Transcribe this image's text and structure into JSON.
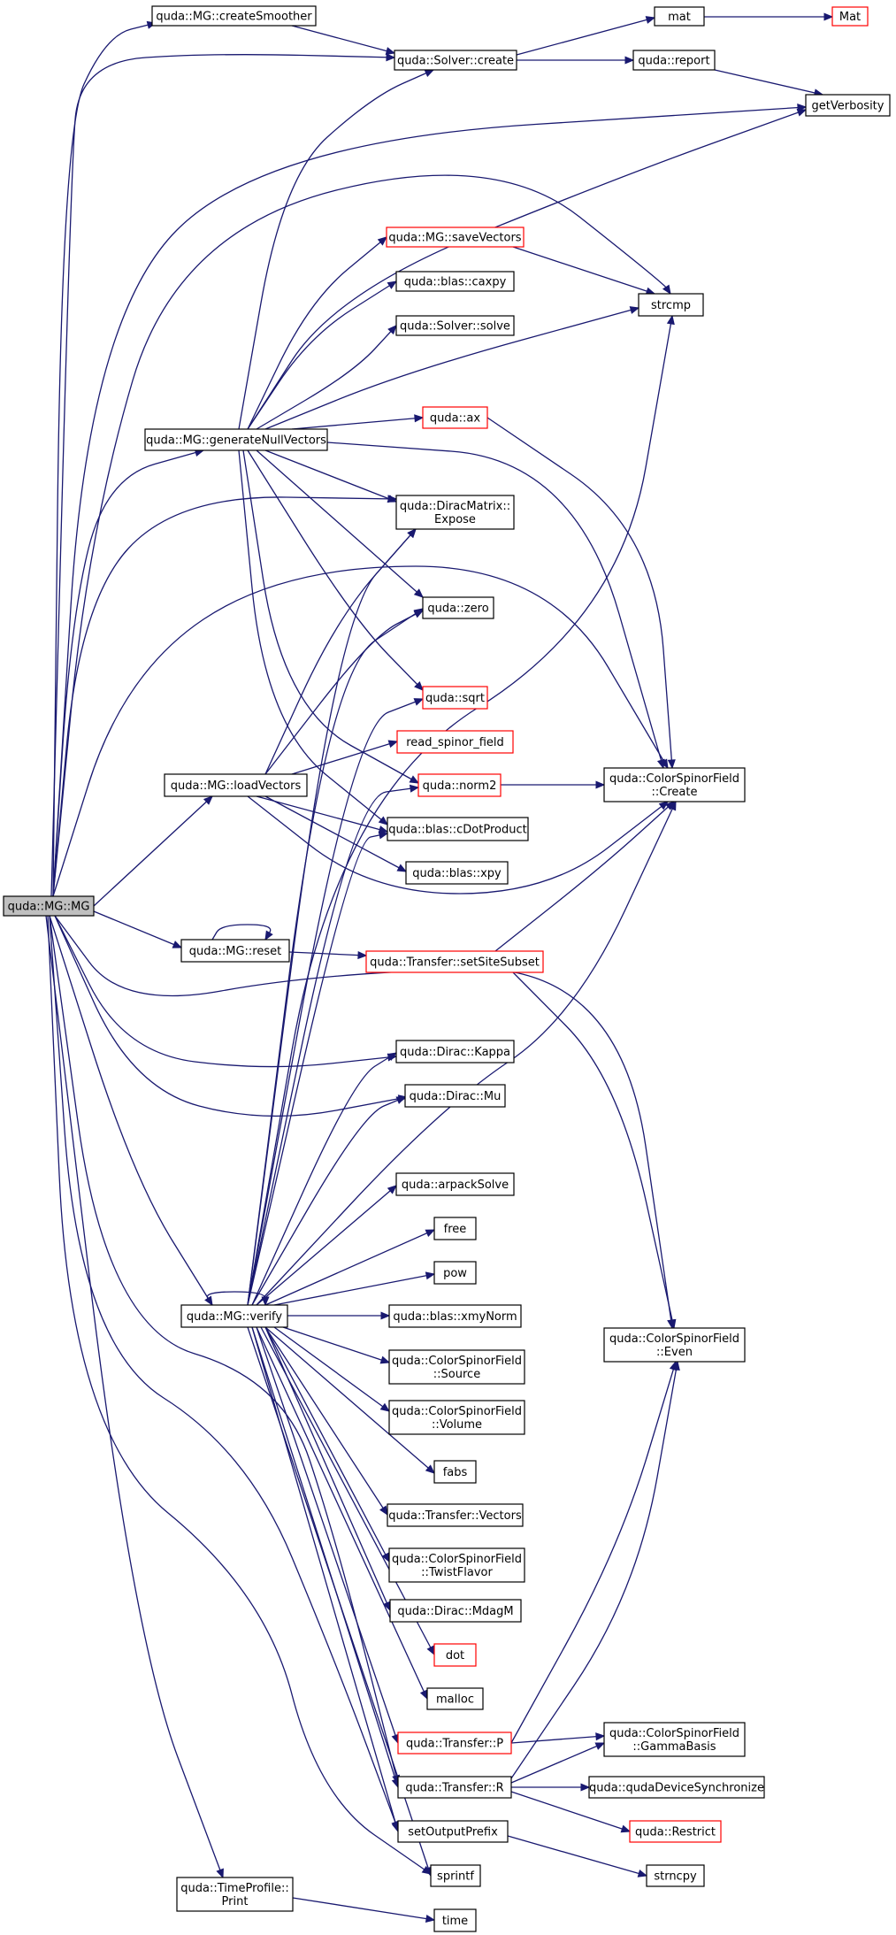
{
  "colors": {
    "edge": "#191970",
    "node_border": "#000000",
    "truncated_border": "#ff0000",
    "root_fill": "#bfbfbf"
  },
  "root": {
    "label": "quda::MG::MG"
  },
  "nodes": {
    "createSmoother": [
      "quda::MG::createSmoother"
    ],
    "solverCreate": [
      "quda::Solver::create"
    ],
    "mat": [
      "mat"
    ],
    "Mat": [
      "Mat"
    ],
    "report": [
      "quda::report"
    ],
    "getVerbosity": [
      "getVerbosity"
    ],
    "saveVectors": [
      "quda::MG::saveVectors"
    ],
    "strcmp": [
      "strcmp"
    ],
    "caxpy": [
      "quda::blas::caxpy"
    ],
    "solverSolve": [
      "quda::Solver::solve"
    ],
    "ax": [
      "quda::ax"
    ],
    "genNull": [
      "quda::MG::generateNullVectors"
    ],
    "expose": [
      "quda::DiracMatrix::",
      "Expose"
    ],
    "zero": [
      "quda::zero"
    ],
    "sqrt": [
      "quda::sqrt"
    ],
    "readSpinor": [
      "read_spinor_field"
    ],
    "norm2": [
      "quda::norm2"
    ],
    "csfCreate": [
      "quda::ColorSpinorField",
      "::Create"
    ],
    "loadVectors": [
      "quda::MG::loadVectors"
    ],
    "cDot": [
      "quda::blas::cDotProduct"
    ],
    "xpy": [
      "quda::blas::xpy"
    ],
    "reset": [
      "quda::MG::reset"
    ],
    "setSiteSubset": [
      "quda::Transfer::setSiteSubset"
    ],
    "kappa": [
      "quda::Dirac::Kappa"
    ],
    "mu": [
      "quda::Dirac::Mu"
    ],
    "arpack": [
      "quda::arpackSolve"
    ],
    "free": [
      "free"
    ],
    "pow": [
      "pow"
    ],
    "verify": [
      "quda::MG::verify"
    ],
    "xmyNorm": [
      "quda::blas::xmyNorm"
    ],
    "even": [
      "quda::ColorSpinorField",
      "::Even"
    ],
    "source": [
      "quda::ColorSpinorField",
      "::Source"
    ],
    "volume": [
      "quda::ColorSpinorField",
      "::Volume"
    ],
    "fabs": [
      "fabs"
    ],
    "tvectors": [
      "quda::Transfer::Vectors"
    ],
    "twist": [
      "quda::ColorSpinorField",
      "::TwistFlavor"
    ],
    "mdagm": [
      "quda::Dirac::MdagM"
    ],
    "dot": [
      "dot"
    ],
    "malloc": [
      "malloc"
    ],
    "transP": [
      "quda::Transfer::P"
    ],
    "gamma": [
      "quda::ColorSpinorField",
      "::GammaBasis"
    ],
    "transR": [
      "quda::Transfer::R"
    ],
    "devsync": [
      "quda::qudaDeviceSynchronize"
    ],
    "restrict": [
      "quda::Restrict"
    ],
    "setOutput": [
      "setOutputPrefix"
    ],
    "strncpy": [
      "strncpy"
    ],
    "sprintf": [
      "sprintf"
    ],
    "profPrint": [
      "quda::TimeProfile::",
      "Print"
    ],
    "time": [
      "time"
    ]
  }
}
